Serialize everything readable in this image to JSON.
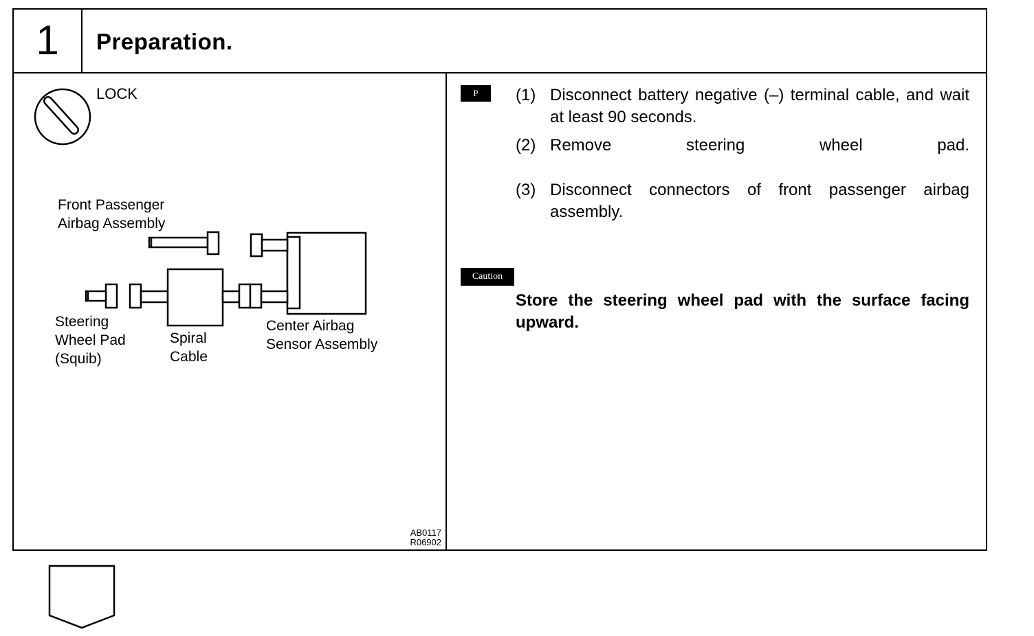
{
  "step": {
    "number": "1",
    "title": "Preparation."
  },
  "figure": {
    "lock_label": "LOCK",
    "lock_icon": "lock-symbol-icon",
    "labels": {
      "front_passenger": "Front Passenger\nAirbag Assembly",
      "steering_wheel_pad": "Steering\nWheel Pad\n(Squib)",
      "spiral_cable": "Spiral\nCable",
      "center_sensor": "Center Airbag\nSensor Assembly"
    },
    "codes": [
      "AB0117",
      "R06902"
    ]
  },
  "instructions": {
    "badge": "P",
    "items": [
      {
        "num": "(1)",
        "text": "Disconnect battery negative (–) terminal cable, and wait at least 90 seconds."
      },
      {
        "num": "(2)",
        "text": "Remove steering wheel pad."
      },
      {
        "num": "(3)",
        "text": "Disconnect connectors of front passenger airbag assembly."
      }
    ]
  },
  "caution": {
    "badge": "Caution",
    "text": "Store the steering wheel pad with the surface facing upward."
  }
}
